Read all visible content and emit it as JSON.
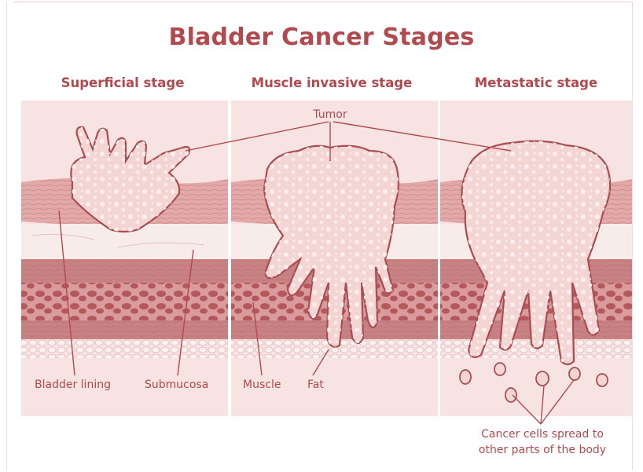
{
  "title": "Bladder Cancer Stages",
  "stages": [
    {
      "title": "Superficial stage"
    },
    {
      "title": "Muscle invasive stage"
    },
    {
      "title": "Metastatic stage"
    }
  ],
  "labels": {
    "tumor": "Tumor",
    "bladder_lining": "Bladder lining",
    "submucosa": "Submucosa",
    "muscle": "Muscle",
    "fat": "Fat",
    "spread_line1": "Cancer cells spread to",
    "spread_line2": "other parts of the body"
  },
  "colors": {
    "accent": "#b04a4f",
    "panel_bg": "#f6e3e2",
    "tumor_fill": "#f3d6d3",
    "tissue_dark": "#c98283"
  }
}
